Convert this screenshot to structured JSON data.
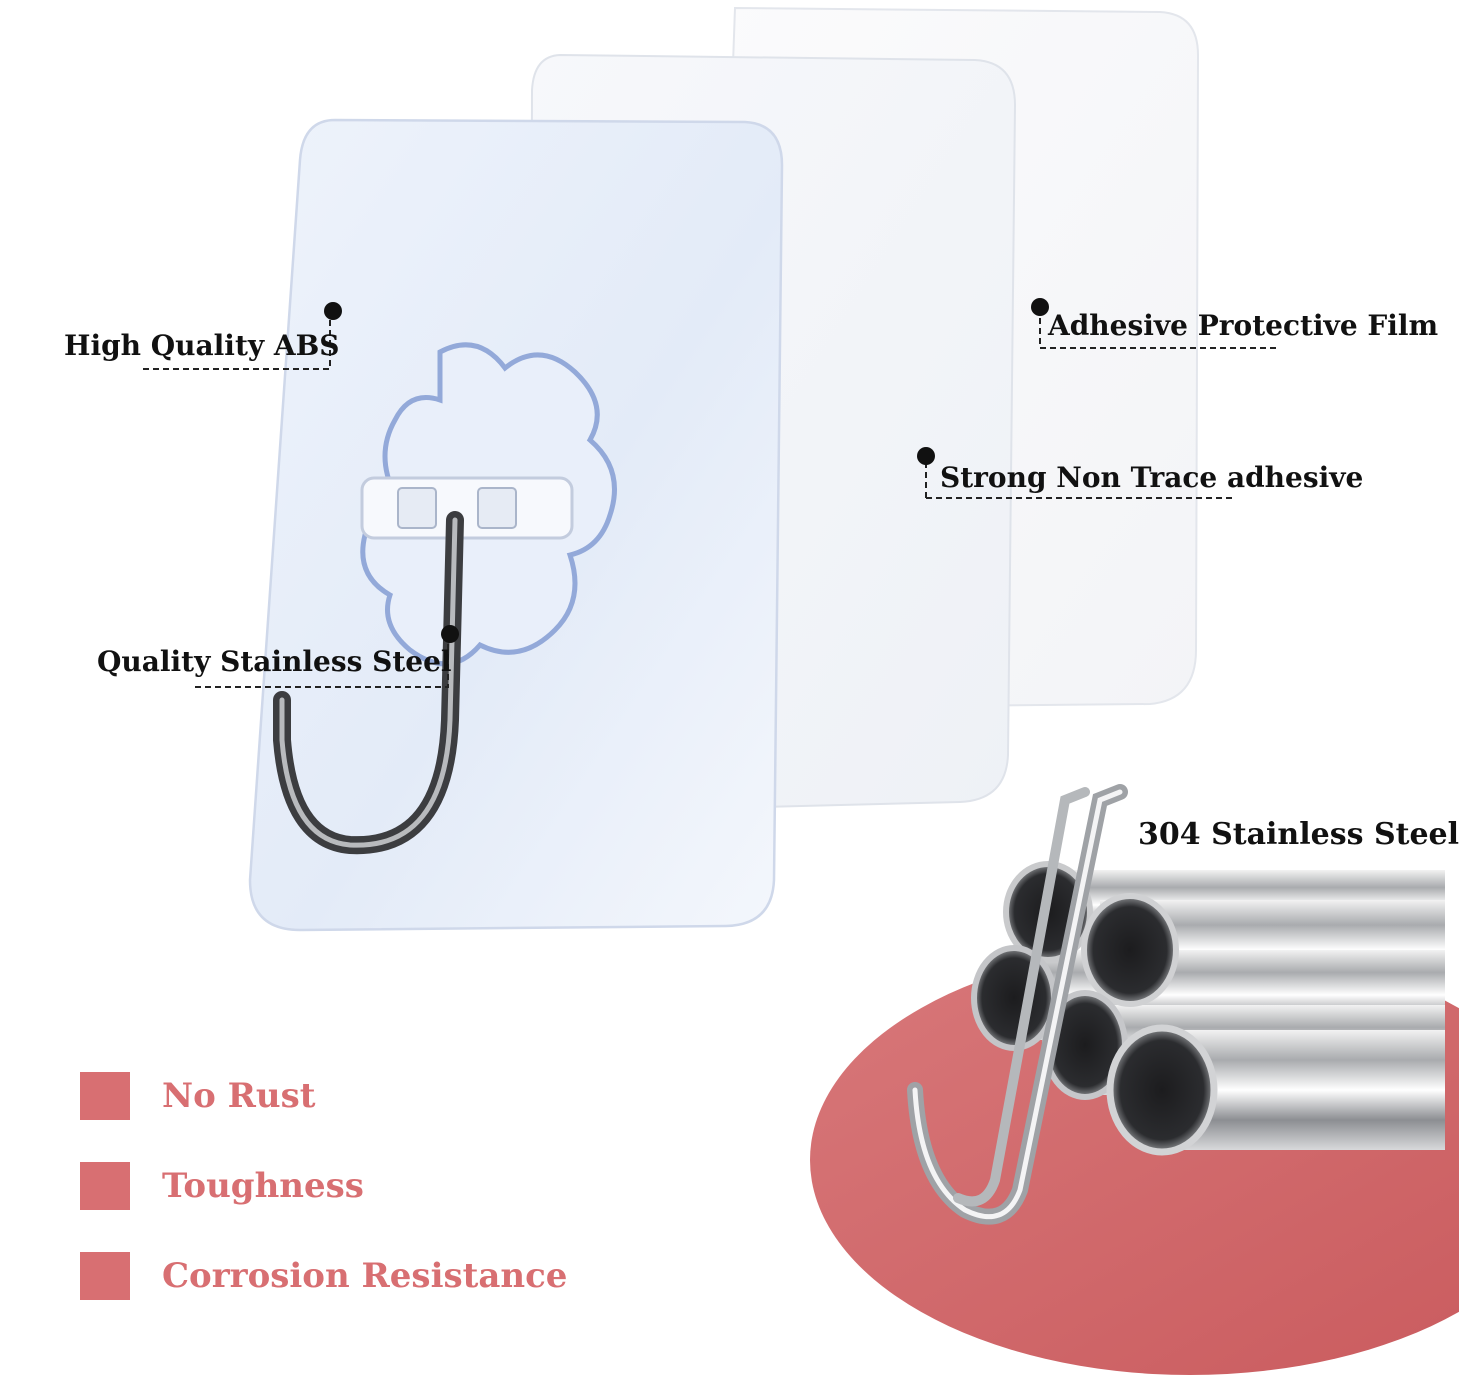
{
  "callouts": {
    "abs": "High Quality ABS",
    "film": "Adhesive Protective Film",
    "adhesive": "Strong Non Trace adhesive",
    "steel": "Quality Stainless Steel",
    "steel304": "304 Stainless Steel"
  },
  "features": [
    {
      "label": "No Rust"
    },
    {
      "label": "Toughness"
    },
    {
      "label": "Corrosion Resistance"
    }
  ],
  "colors": {
    "accent": "#d86f72",
    "disc": "#d46a6b",
    "text": "#111111",
    "pad_edge": "#c9d2e4",
    "flower": "#8fa6d8"
  },
  "icons": {
    "callout_marker": "dot-marker-icon",
    "feature_bullet": "square-bullet-icon"
  }
}
